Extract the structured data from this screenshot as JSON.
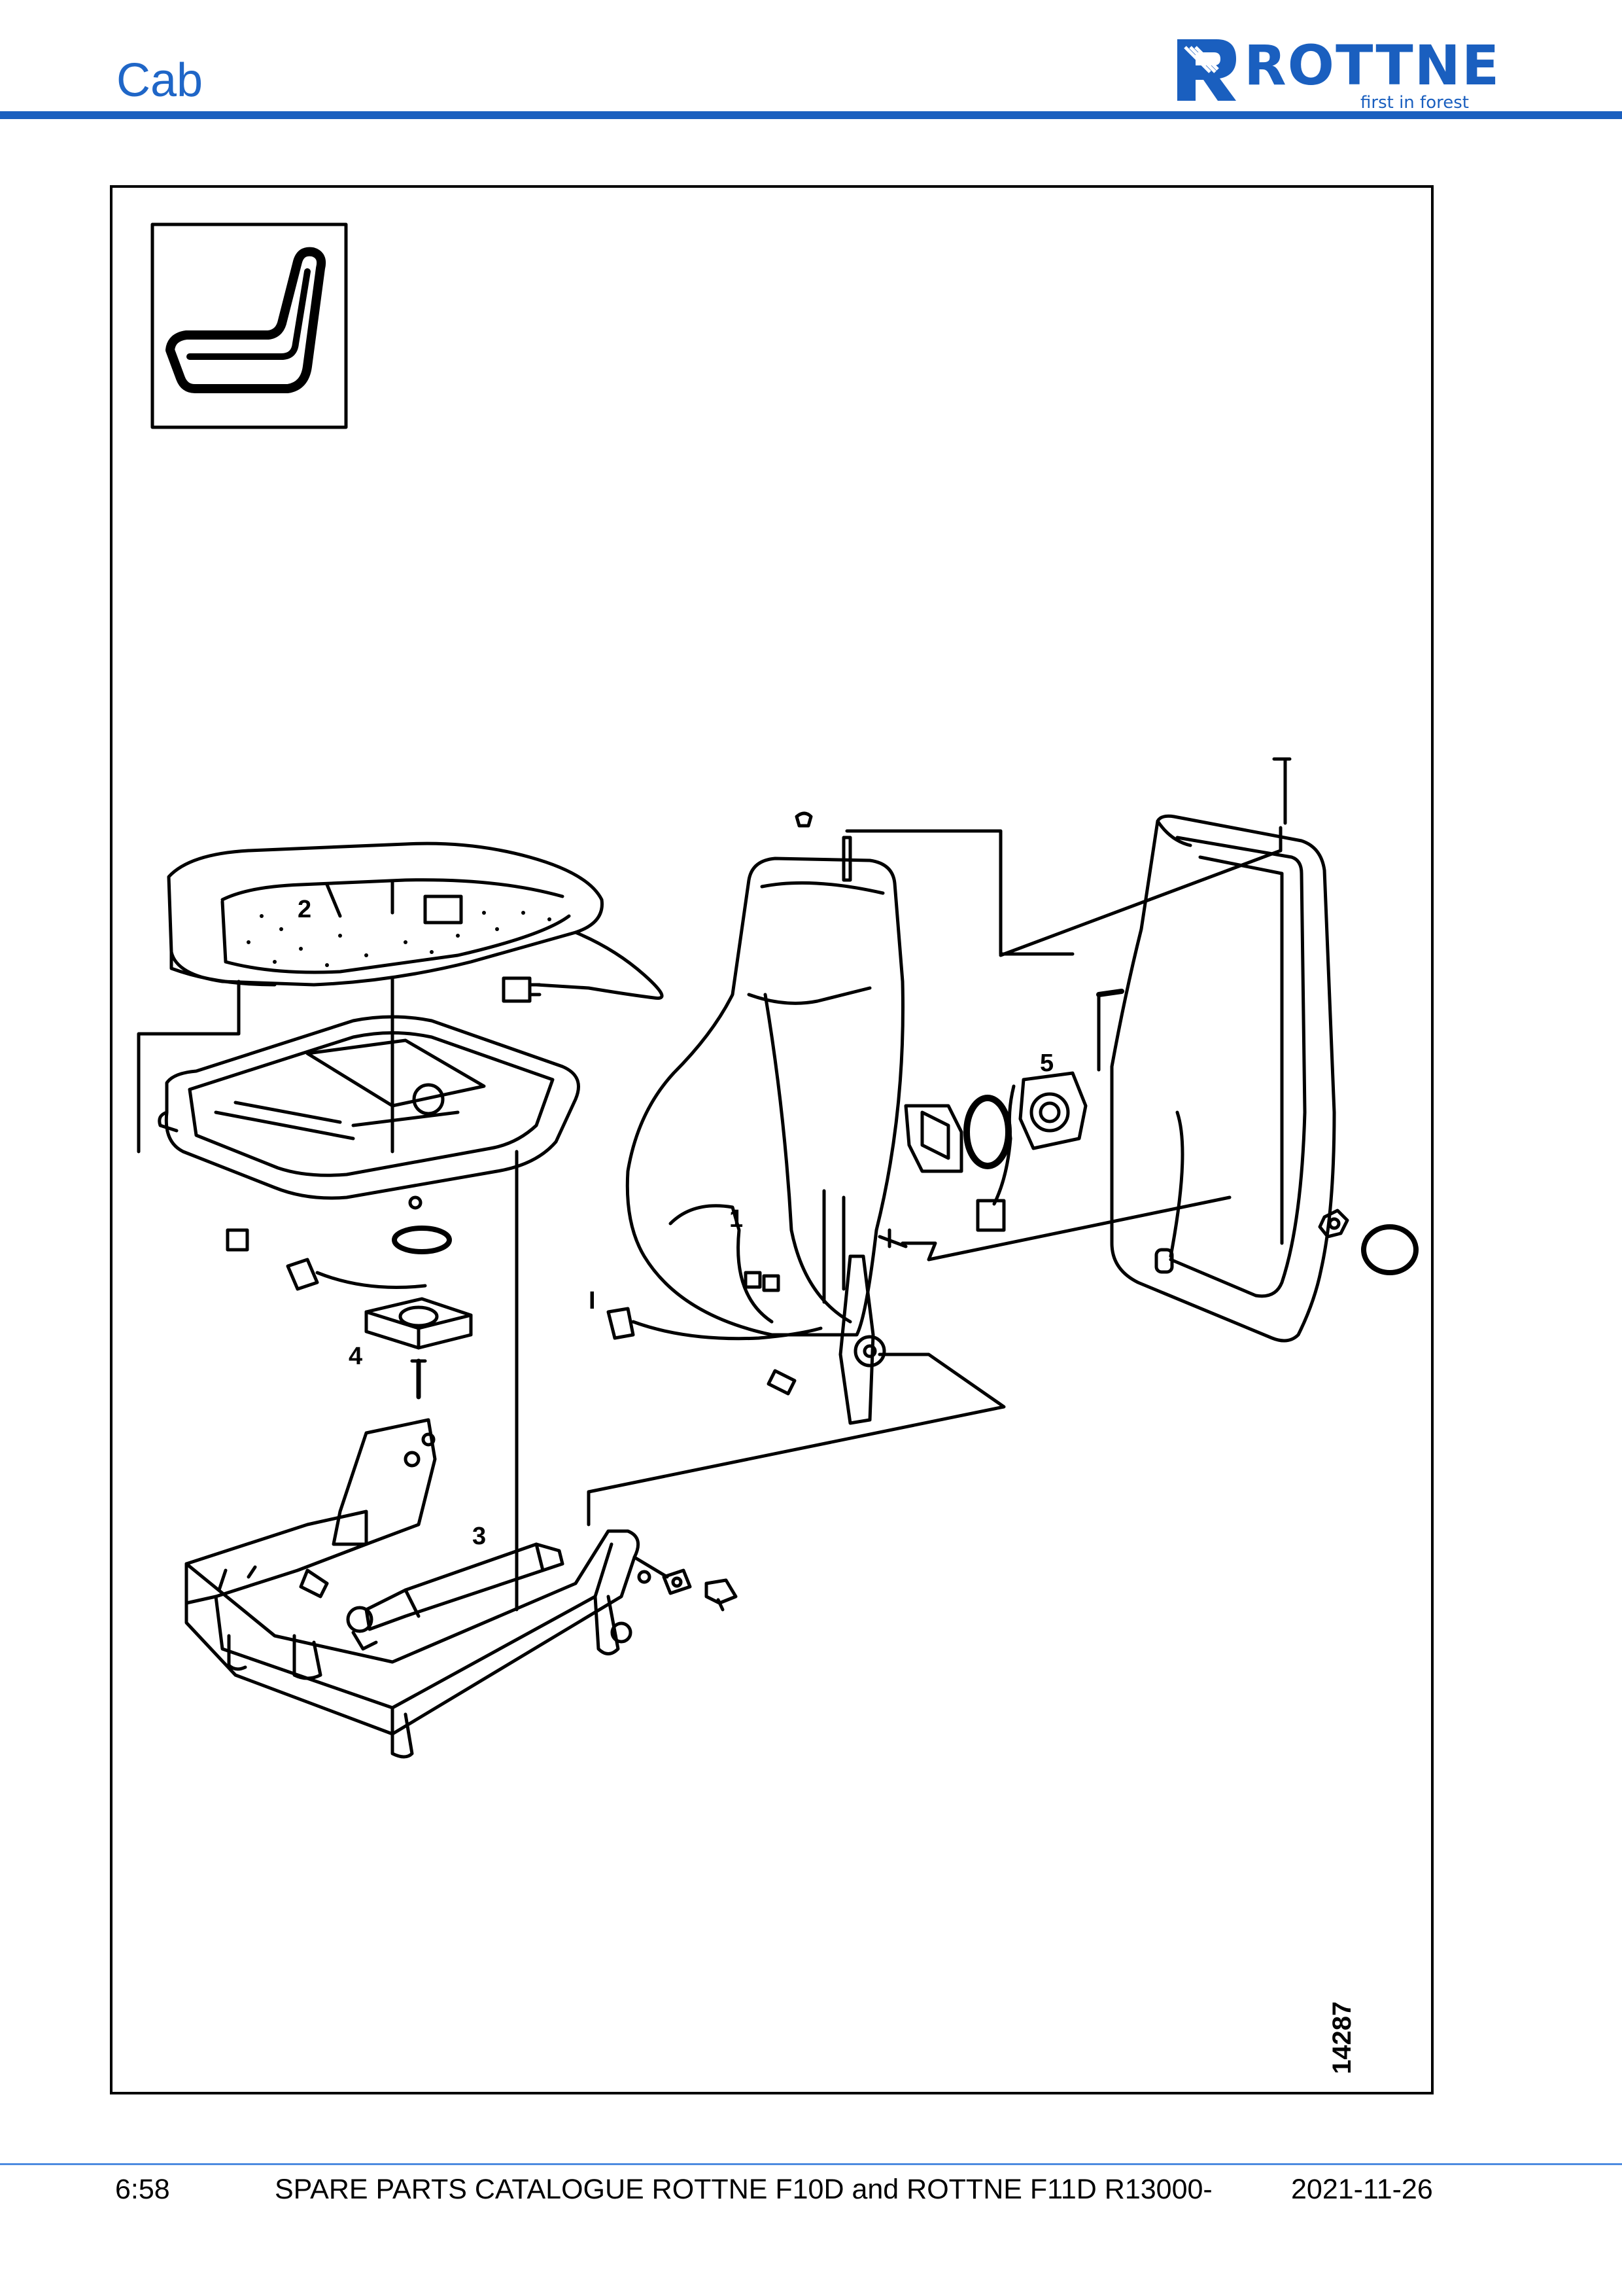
{
  "header": {
    "section_title": "Cab",
    "logo_word": "ROTTNE",
    "logo_tagline": "first in forest",
    "brand_color": "#1a5fbf"
  },
  "drawing": {
    "callouts": [
      "1",
      "2",
      "3",
      "4",
      "5"
    ],
    "connector_mark": "I",
    "drawing_number": "14287"
  },
  "footer": {
    "page": "6:58",
    "catalogue_title": "SPARE PARTS CATALOGUE ROTTNE F10D and ROTTNE F11D R13000-",
    "date": "2021-11-26"
  }
}
